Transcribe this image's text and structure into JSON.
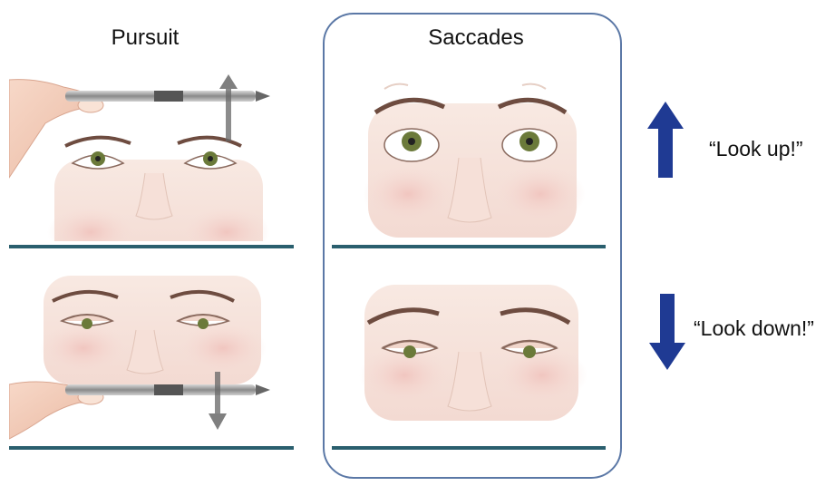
{
  "pursuit": {
    "title": "Pursuit"
  },
  "saccades": {
    "title": "Saccades"
  },
  "instructions": {
    "up": "“Look up!”",
    "down": "“Look down!”"
  },
  "colors": {
    "arrow": "#1f3a93",
    "divider": "#2a5f6e",
    "box_border": "#5b78a6",
    "iris": "#6b7a3a",
    "skin_blush": "#f2c9c2"
  },
  "icons": {
    "up_arrow": "arrow-up-icon",
    "down_arrow": "arrow-down-icon",
    "pen": "pen-icon"
  }
}
